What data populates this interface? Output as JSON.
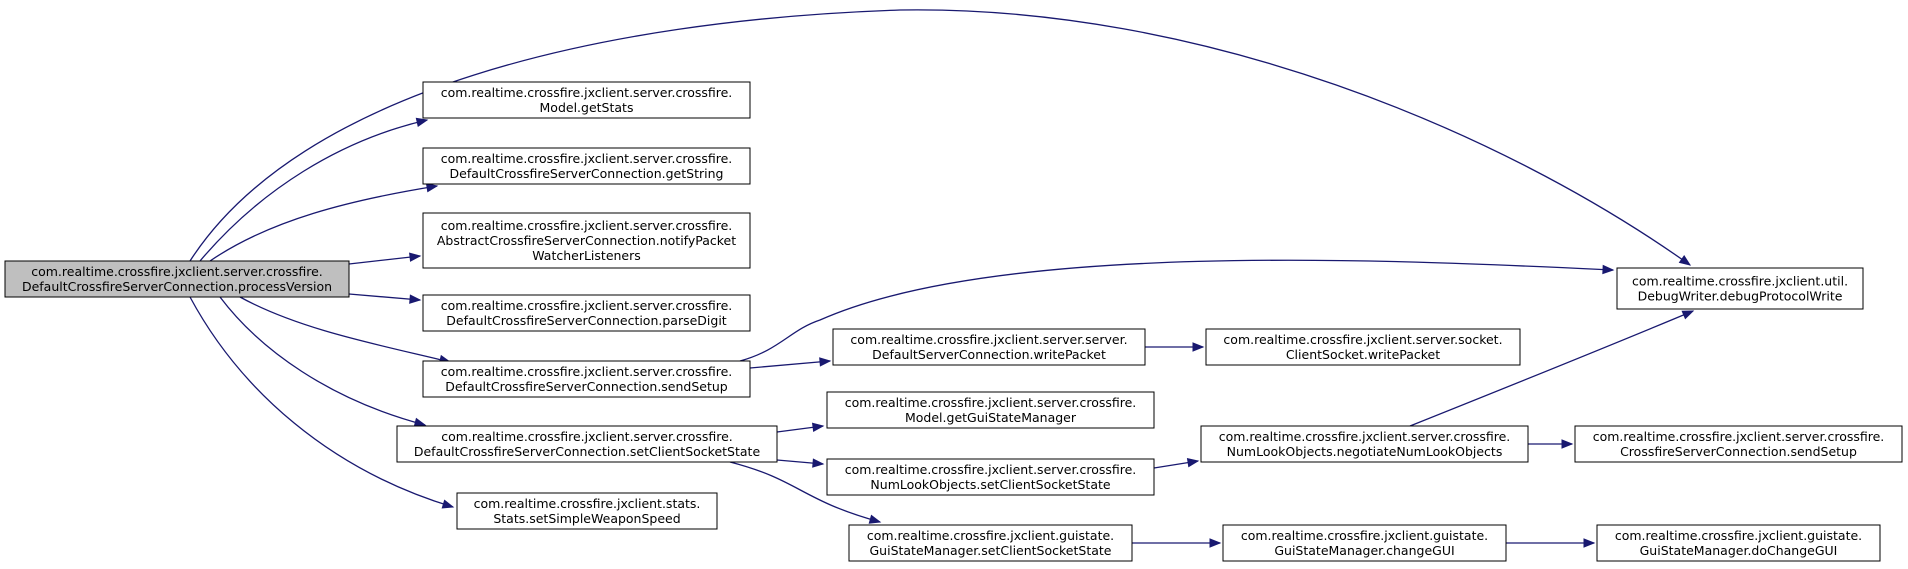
{
  "nodes": [
    {
      "id": "root",
      "lines": [
        "com.realtime.crossfire.jxclient.server.crossfire.",
        "DefaultCrossfireServerConnection.processVersion"
      ]
    },
    {
      "id": "getStats",
      "lines": [
        "com.realtime.crossfire.jxclient.server.crossfire.",
        "Model.getStats"
      ]
    },
    {
      "id": "getString",
      "lines": [
        "com.realtime.crossfire.jxclient.server.crossfire.",
        "DefaultCrossfireServerConnection.getString"
      ]
    },
    {
      "id": "notifyPacket",
      "lines": [
        "com.realtime.crossfire.jxclient.server.crossfire.",
        "AbstractCrossfireServerConnection.notifyPacket",
        "WatcherListeners"
      ]
    },
    {
      "id": "parseDigit",
      "lines": [
        "com.realtime.crossfire.jxclient.server.crossfire.",
        "DefaultCrossfireServerConnection.parseDigit"
      ]
    },
    {
      "id": "sendSetup",
      "lines": [
        "com.realtime.crossfire.jxclient.server.crossfire.",
        "DefaultCrossfireServerConnection.sendSetup"
      ]
    },
    {
      "id": "setClientSocketState",
      "lines": [
        "com.realtime.crossfire.jxclient.server.crossfire.",
        "DefaultCrossfireServerConnection.setClientSocketState"
      ]
    },
    {
      "id": "setSimpleWeaponSpeed",
      "lines": [
        "com.realtime.crossfire.jxclient.stats.",
        "Stats.setSimpleWeaponSpeed"
      ]
    },
    {
      "id": "debugProtocolWrite",
      "lines": [
        "com.realtime.crossfire.jxclient.util.",
        "DebugWriter.debugProtocolWrite"
      ]
    },
    {
      "id": "writePacket",
      "lines": [
        "com.realtime.crossfire.jxclient.server.server.",
        "DefaultServerConnection.writePacket"
      ]
    },
    {
      "id": "socketWritePacket",
      "lines": [
        "com.realtime.crossfire.jxclient.server.socket.",
        "ClientSocket.writePacket"
      ]
    },
    {
      "id": "getGuiStateManager",
      "lines": [
        "com.realtime.crossfire.jxclient.server.crossfire.",
        "Model.getGuiStateManager"
      ]
    },
    {
      "id": "numLookSetState",
      "lines": [
        "com.realtime.crossfire.jxclient.server.crossfire.",
        "NumLookObjects.setClientSocketState"
      ]
    },
    {
      "id": "negotiate",
      "lines": [
        "com.realtime.crossfire.jxclient.server.crossfire.",
        "NumLookObjects.negotiateNumLookObjects"
      ]
    },
    {
      "id": "csSendSetup",
      "lines": [
        "com.realtime.crossfire.jxclient.server.crossfire.",
        "CrossfireServerConnection.sendSetup"
      ]
    },
    {
      "id": "guiSetState",
      "lines": [
        "com.realtime.crossfire.jxclient.guistate.",
        "GuiStateManager.setClientSocketState"
      ]
    },
    {
      "id": "changeGUI",
      "lines": [
        "com.realtime.crossfire.jxclient.guistate.",
        "GuiStateManager.changeGUI"
      ]
    },
    {
      "id": "doChangeGUI",
      "lines": [
        "com.realtime.crossfire.jxclient.guistate.",
        "GuiStateManager.doChangeGUI"
      ]
    }
  ],
  "edges": [
    {
      "from": "root",
      "to": "debugProtocolWrite"
    },
    {
      "from": "root",
      "to": "getStats"
    },
    {
      "from": "root",
      "to": "getString"
    },
    {
      "from": "root",
      "to": "notifyPacket"
    },
    {
      "from": "root",
      "to": "parseDigit"
    },
    {
      "from": "root",
      "to": "sendSetup"
    },
    {
      "from": "root",
      "to": "setClientSocketState"
    },
    {
      "from": "root",
      "to": "setSimpleWeaponSpeed"
    },
    {
      "from": "sendSetup",
      "to": "debugProtocolWrite"
    },
    {
      "from": "sendSetup",
      "to": "writePacket"
    },
    {
      "from": "writePacket",
      "to": "socketWritePacket"
    },
    {
      "from": "setClientSocketState",
      "to": "getGuiStateManager"
    },
    {
      "from": "setClientSocketState",
      "to": "numLookSetState"
    },
    {
      "from": "setClientSocketState",
      "to": "guiSetState"
    },
    {
      "from": "numLookSetState",
      "to": "negotiate"
    },
    {
      "from": "negotiate",
      "to": "debugProtocolWrite"
    },
    {
      "from": "negotiate",
      "to": "csSendSetup"
    },
    {
      "from": "guiSetState",
      "to": "changeGUI"
    },
    {
      "from": "changeGUI",
      "to": "doChangeGUI"
    }
  ],
  "colors": {
    "edge": "#191970",
    "root_fill": "#bfbfbf",
    "node_fill": "#ffffff",
    "border": "#000000"
  }
}
